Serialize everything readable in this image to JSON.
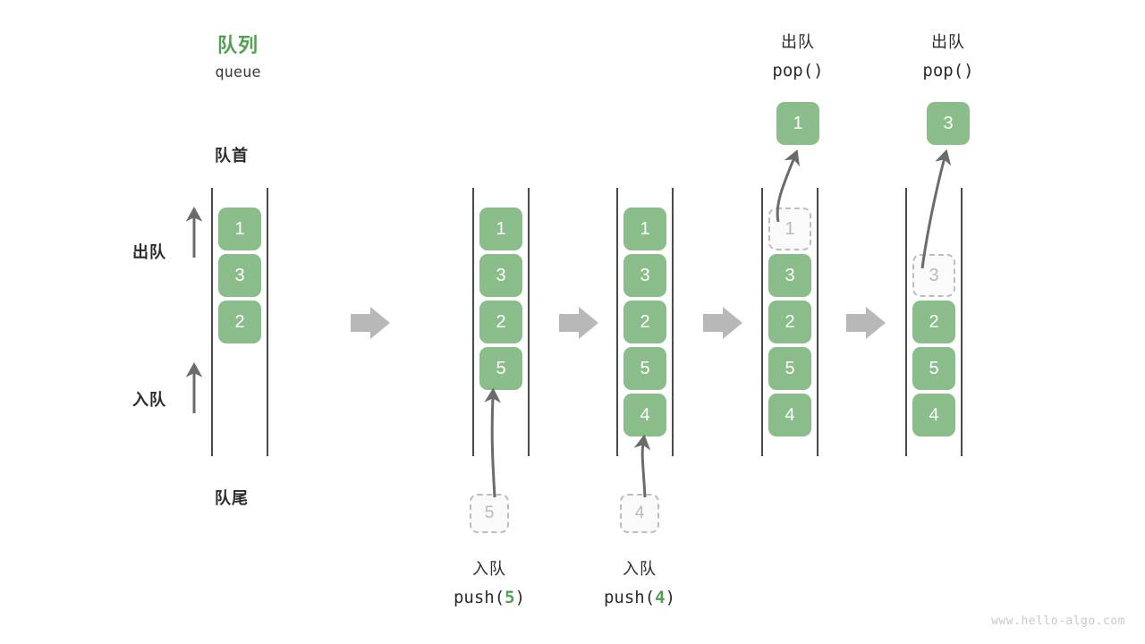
{
  "figure": {
    "title_cn": "队列",
    "title_en": "queue",
    "front_label": "队首",
    "rear_label": "队尾",
    "dequeue_label": "出队",
    "enqueue_label": "入队",
    "watermark": "www.hello-algo.com",
    "accent_green": "#52a052",
    "cell_green": "#8bbd8b",
    "ghost_gray": "#b9b9b9",
    "arrow_gray": "#b3b3b3",
    "line_gray": "#4a4a4a"
  },
  "stages": [
    {
      "id": "initial",
      "cells": [
        {
          "value": "1",
          "state": "filled"
        },
        {
          "value": "3",
          "state": "filled"
        },
        {
          "value": "2",
          "state": "filled"
        }
      ],
      "op_cn": "",
      "op_code": "",
      "pending": null,
      "popped": null
    },
    {
      "id": "push-5",
      "cells": [
        {
          "value": "1",
          "state": "filled"
        },
        {
          "value": "3",
          "state": "filled"
        },
        {
          "value": "2",
          "state": "filled"
        },
        {
          "value": "5",
          "state": "filled"
        }
      ],
      "op_cn": "入队",
      "op_code_prefix": "push(",
      "op_code_num": "5",
      "op_code_suffix": ")",
      "pending": "5",
      "popped": null
    },
    {
      "id": "push-4",
      "cells": [
        {
          "value": "1",
          "state": "filled"
        },
        {
          "value": "3",
          "state": "filled"
        },
        {
          "value": "2",
          "state": "filled"
        },
        {
          "value": "5",
          "state": "filled"
        },
        {
          "value": "4",
          "state": "filled"
        }
      ],
      "op_cn": "入队",
      "op_code_prefix": "push(",
      "op_code_num": "4",
      "op_code_suffix": ")",
      "pending": "4",
      "popped": null
    },
    {
      "id": "pop-1",
      "cells": [
        {
          "value": "1",
          "state": "ghost"
        },
        {
          "value": "3",
          "state": "filled"
        },
        {
          "value": "2",
          "state": "filled"
        },
        {
          "value": "5",
          "state": "filled"
        },
        {
          "value": "4",
          "state": "filled"
        }
      ],
      "op_cn": "出队",
      "op_code_prefix": "pop(",
      "op_code_num": "",
      "op_code_suffix": ")",
      "pending": null,
      "popped": "1"
    },
    {
      "id": "pop-3",
      "cells": [
        {
          "value": "",
          "state": "empty"
        },
        {
          "value": "3",
          "state": "ghost"
        },
        {
          "value": "2",
          "state": "filled"
        },
        {
          "value": "5",
          "state": "filled"
        },
        {
          "value": "4",
          "state": "filled"
        }
      ],
      "op_cn": "出队",
      "op_code_prefix": "pop(",
      "op_code_num": "",
      "op_code_suffix": ")",
      "pending": null,
      "popped": "3"
    }
  ],
  "flow_arrows": 4
}
